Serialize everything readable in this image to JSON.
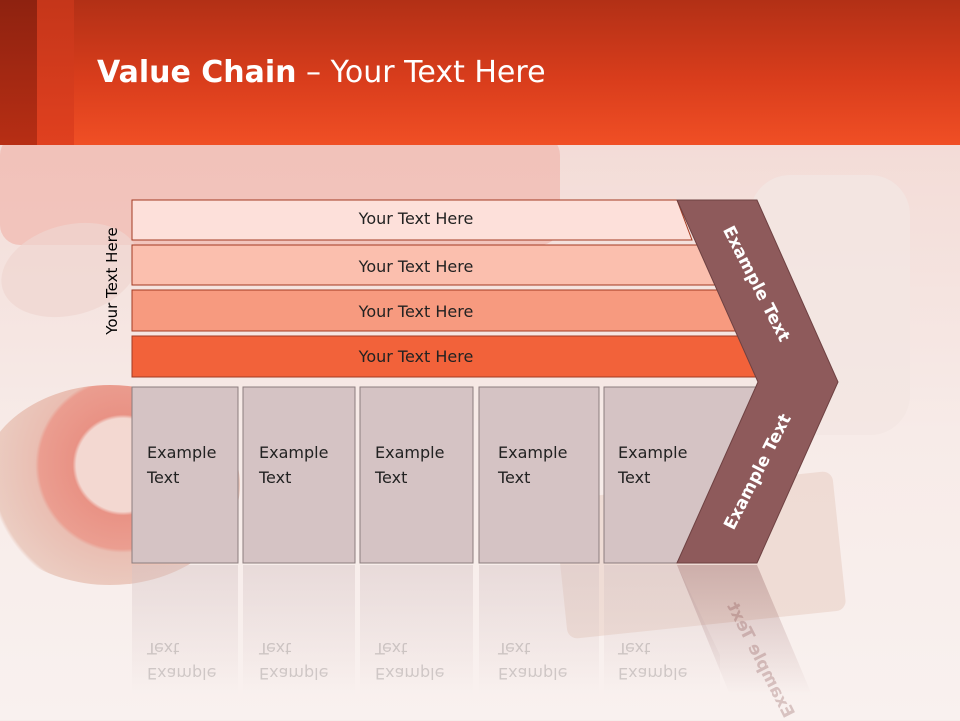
{
  "slide": {
    "title_bold": "Value Chain",
    "title_rest": " – Your Text Here"
  },
  "diagram": {
    "side_label": "Your Text Here",
    "rows": [
      {
        "label": "Your Text Here",
        "color": "#fde0da"
      },
      {
        "label": "Your Text Here",
        "color": "#fbbfae"
      },
      {
        "label": "Your Text Here",
        "color": "#f79a7f"
      },
      {
        "label": "Your Text Here",
        "color": "#f2623a"
      }
    ],
    "cells": [
      {
        "line1": "Example",
        "line2": "Text"
      },
      {
        "line1": "Example",
        "line2": "Text"
      },
      {
        "line1": "Example",
        "line2": "Text"
      },
      {
        "line1": "Example",
        "line2": "Text"
      },
      {
        "line1": "Example",
        "line2": "Text"
      }
    ],
    "arrow_top": "Example Text",
    "arrow_bottom": "Example Text",
    "colors": {
      "cell_fill": "#d5c3c4",
      "cell_stroke": "#8c7d7e",
      "arrow_fill": "#8e5a5b",
      "row_stroke": "#a33a22"
    }
  }
}
